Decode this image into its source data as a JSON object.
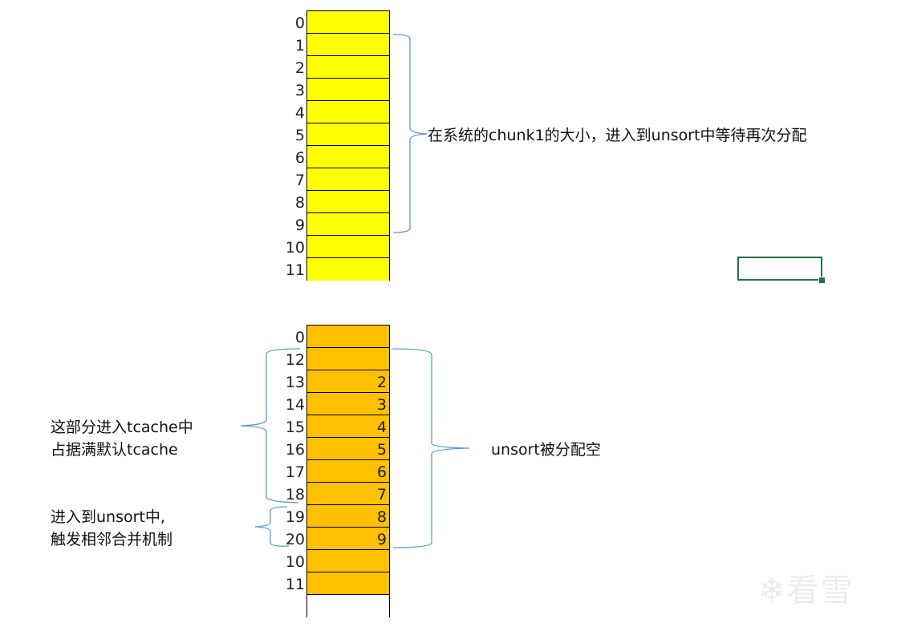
{
  "top_column": {
    "fill_color": "#ffff00",
    "rows": [
      {
        "label": "0",
        "value": ""
      },
      {
        "label": "1",
        "value": ""
      },
      {
        "label": "2",
        "value": ""
      },
      {
        "label": "3",
        "value": ""
      },
      {
        "label": "4",
        "value": ""
      },
      {
        "label": "5",
        "value": ""
      },
      {
        "label": "6",
        "value": ""
      },
      {
        "label": "7",
        "value": ""
      },
      {
        "label": "8",
        "value": ""
      },
      {
        "label": "9",
        "value": ""
      },
      {
        "label": "10",
        "value": ""
      },
      {
        "label": "11",
        "value": ""
      }
    ],
    "annotation": "在系统的chunk1的大小，进入到unsort中等待再次分配"
  },
  "bottom_column": {
    "fill_color": "#ffc000",
    "rows": [
      {
        "label": "0",
        "value": ""
      },
      {
        "label": "12",
        "value": ""
      },
      {
        "label": "13",
        "value": "2"
      },
      {
        "label": "14",
        "value": "3"
      },
      {
        "label": "15",
        "value": "4"
      },
      {
        "label": "16",
        "value": "5"
      },
      {
        "label": "17",
        "value": "6"
      },
      {
        "label": "18",
        "value": "7"
      },
      {
        "label": "19",
        "value": "8"
      },
      {
        "label": "20",
        "value": "9"
      },
      {
        "label": "10",
        "value": ""
      },
      {
        "label": "11",
        "value": ""
      },
      {
        "label": "",
        "value": "",
        "empty": true
      }
    ],
    "annotations": {
      "tcache_line1": "这部分进入tcache中",
      "tcache_line2": "占据满默认tcache",
      "unsort_line1": "进入到unsort中,",
      "unsort_line2": "触发相邻合并机制",
      "unsort_empty": "unsort被分配空"
    }
  },
  "brace_color": "#5b9bd5",
  "selection_color": "#217346",
  "watermark": "看雪"
}
